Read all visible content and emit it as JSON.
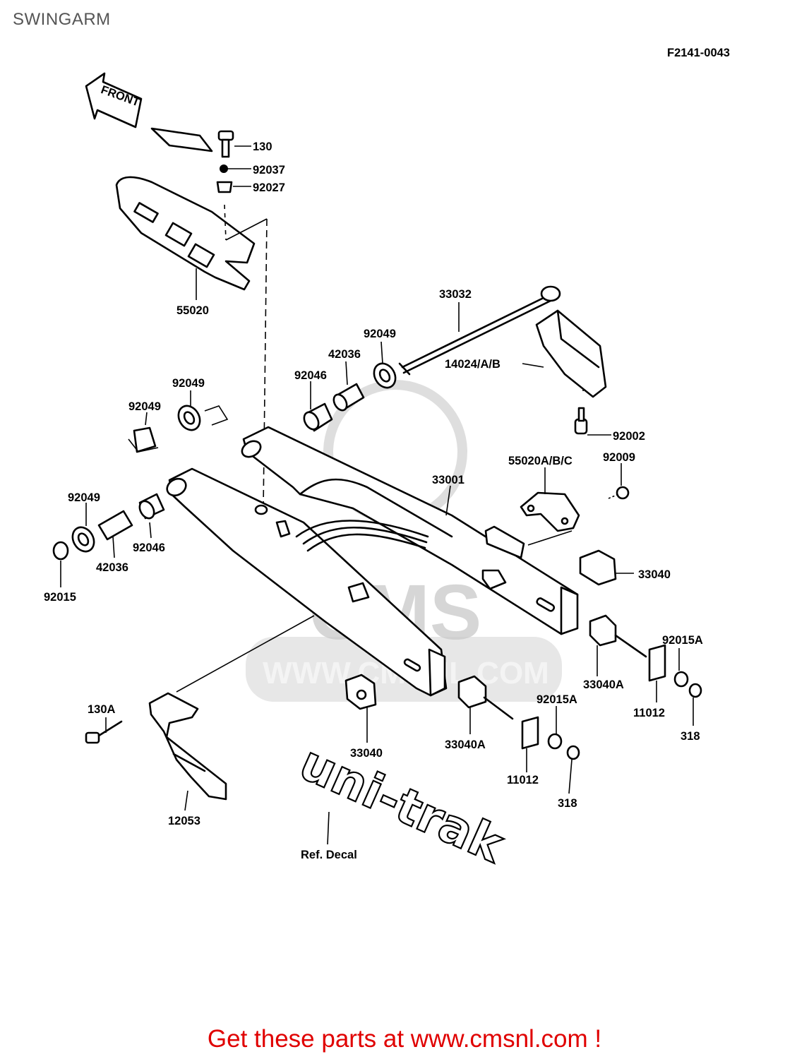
{
  "title": "SWINGARM",
  "figure_code": "F2141-0043",
  "front_label": "FRONT",
  "decal_text": "uni-trak",
  "decal_ref": "Ref. Decal",
  "watermark": {
    "brand": "CMS",
    "url": "WWW.CMSNL.COM"
  },
  "footer": "Get these parts at www.cmsnl.com !",
  "parts": [
    {
      "id": "p130_a",
      "label": "130"
    },
    {
      "id": "p92037",
      "label": "92037"
    },
    {
      "id": "p92027",
      "label": "92027"
    },
    {
      "id": "p55020",
      "label": "55020"
    },
    {
      "id": "p33032",
      "label": "33032"
    },
    {
      "id": "p14024",
      "label": "14024/A/B"
    },
    {
      "id": "p92049_a",
      "label": "92049"
    },
    {
      "id": "p42036_a",
      "label": "42036"
    },
    {
      "id": "p92046_a",
      "label": "92046"
    },
    {
      "id": "p92049_b",
      "label": "92049"
    },
    {
      "id": "p92049_c",
      "label": "92049"
    },
    {
      "id": "p92002",
      "label": "92002"
    },
    {
      "id": "p55020abc",
      "label": "55020A/B/C"
    },
    {
      "id": "p92009",
      "label": "92009"
    },
    {
      "id": "p33001",
      "label": "33001"
    },
    {
      "id": "p92049_d",
      "label": "92049"
    },
    {
      "id": "p92046_b",
      "label": "92046"
    },
    {
      "id": "p42036_b",
      "label": "42036"
    },
    {
      "id": "p92015",
      "label": "92015"
    },
    {
      "id": "p33040_a",
      "label": "33040"
    },
    {
      "id": "p92015a_a",
      "label": "92015A"
    },
    {
      "id": "p33040a_a",
      "label": "33040A"
    },
    {
      "id": "p11012_a",
      "label": "11012"
    },
    {
      "id": "p318_a",
      "label": "318"
    },
    {
      "id": "p130a",
      "label": "130A"
    },
    {
      "id": "p92015a_b",
      "label": "92015A"
    },
    {
      "id": "p33040_b",
      "label": "33040"
    },
    {
      "id": "p33040a_b",
      "label": "33040A"
    },
    {
      "id": "p11012_b",
      "label": "11012"
    },
    {
      "id": "p318_b",
      "label": "318"
    },
    {
      "id": "p12053",
      "label": "12053"
    }
  ]
}
